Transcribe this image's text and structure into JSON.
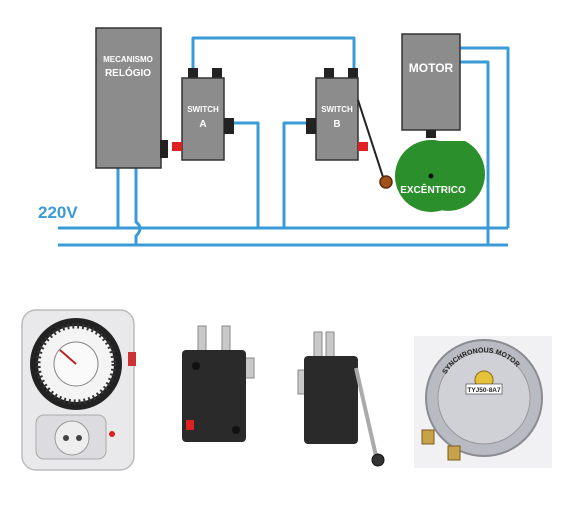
{
  "diagram": {
    "voltage_label": "220V",
    "timer_box": {
      "line1": "MECANISMO",
      "line2": "RELÓGIO"
    },
    "switch_a": {
      "line1": "SWITCH",
      "line2": "A"
    },
    "switch_b": {
      "line1": "SWITCH",
      "line2": "B"
    },
    "motor_label": "MOTOR",
    "cam_label": "EXCÊNTRICO"
  },
  "photos": {
    "synchronous_motor_text": "SYNCHRONOUS MOTOR",
    "motor_model": "TYJ50-8A7"
  },
  "colors": {
    "wire": "#3a9bd6",
    "box": "#8c8c8c",
    "cam": "#2b8f2b",
    "actuator": "#e02020",
    "roller": "#a0521e"
  }
}
